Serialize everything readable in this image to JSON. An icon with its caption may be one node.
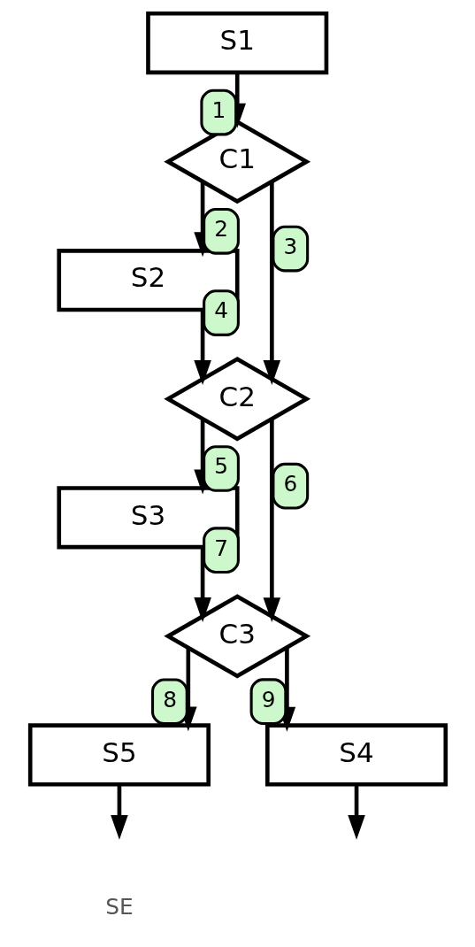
{
  "diagram": {
    "nodes": [
      {
        "text": [
          "S1"
        ]
      },
      {
        "text": [
          "C1"
        ]
      },
      {
        "text": [
          "S2"
        ]
      },
      {
        "text": [
          "C2"
        ]
      },
      {
        "text": [
          "S3"
        ]
      },
      {
        "text": [
          "C3"
        ]
      },
      {
        "text": [
          "S5"
        ]
      },
      {
        "text": [
          "S4"
        ]
      }
    ],
    "edges": [
      {
        "from": 0,
        "to": 1,
        "arrow": "to",
        "label": "1"
      },
      {
        "from": 1,
        "to": 2,
        "arrow": "to",
        "label": "2"
      },
      {
        "from": 1,
        "to": 3,
        "arrow": "to",
        "label": "3"
      },
      {
        "from": 2,
        "to": 3,
        "arrow": "to",
        "label": "4"
      },
      {
        "from": 3,
        "to": 4,
        "arrow": "to",
        "label": "5"
      },
      {
        "from": 3,
        "to": 5,
        "arrow": "to",
        "label": "6"
      },
      {
        "from": 4,
        "to": 5,
        "arrow": "to",
        "label": "7"
      },
      {
        "from": 5,
        "to": 6,
        "arrow": "to",
        "label": "8"
      },
      {
        "from": 5,
        "to": 7,
        "arrow": "to",
        "label": "9"
      },
      {
        "from": 6,
        "to": null,
        "arrow": "to"
      },
      {
        "from": 7,
        "to": null,
        "arrow": "to"
      }
    ],
    "labels": [
      "SE"
    ]
  }
}
